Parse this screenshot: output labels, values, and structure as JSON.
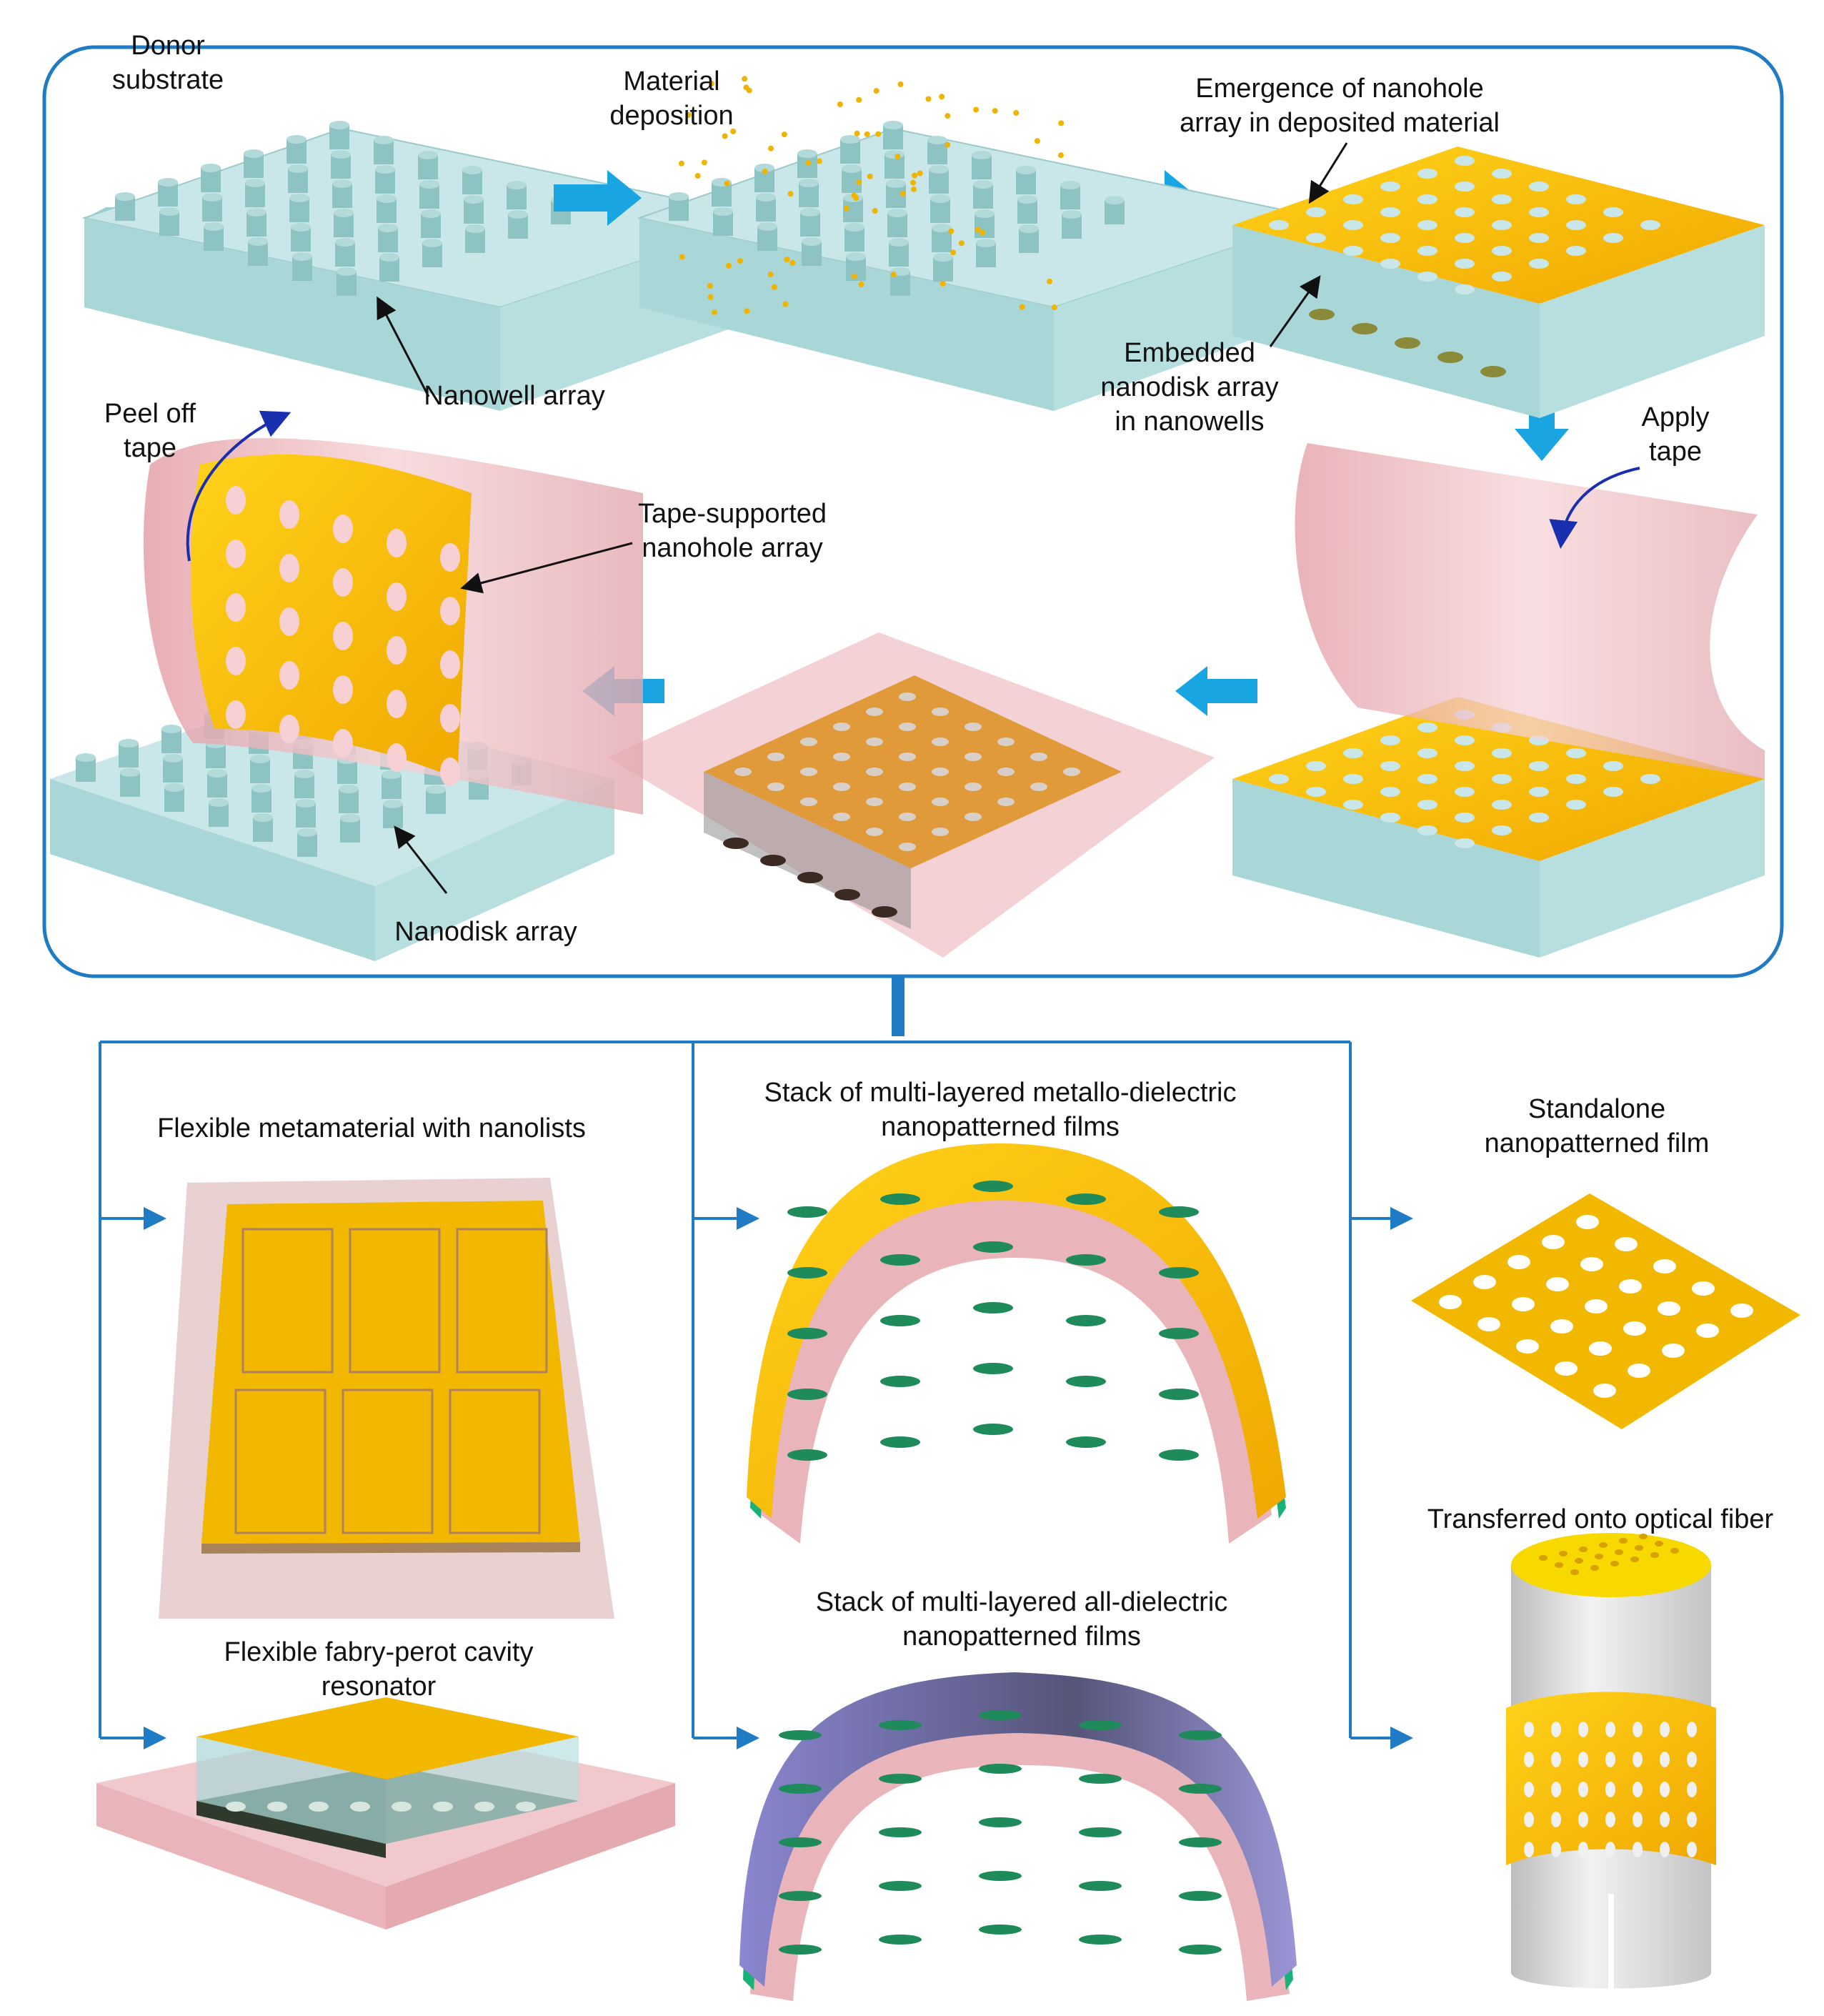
{
  "colors": {
    "frame": "#1e7bc4",
    "flow_arrow": "#19a4e2",
    "substrate": "#c8e6e6",
    "gold": "#f2b800",
    "tape": "#e8b7bc",
    "fiber": "#dddddd",
    "dielectric_purple": "#8a86c8",
    "layer_green": "#19b07a"
  },
  "process": {
    "donor_substrate": [
      "Donor",
      "substrate"
    ],
    "nanowell_array": "Nanowell array",
    "material_deposition": [
      "Material",
      "deposition"
    ],
    "emergence": [
      "Emergence of nanohole",
      "array in deposited material"
    ],
    "embedded": [
      "Embedded",
      "nanodisk array",
      "in nanowells"
    ],
    "apply_tape": [
      "Apply",
      "tape"
    ],
    "peel_off_tape": [
      "Peel off",
      "tape"
    ],
    "tape_supported": [
      "Tape-supported",
      "nanohole array"
    ],
    "nanodisk_array": "Nanodisk array"
  },
  "applications": {
    "metamaterial": "Flexible metamaterial with nanolists",
    "fabry_perot": [
      "Flexible fabry-perot cavity",
      "resonator"
    ],
    "metallo_dielectric": [
      "Stack of multi-layered metallo-dielectric",
      "nanopatterned films"
    ],
    "all_dielectric": [
      "Stack of multi-layered all-dielectric",
      "nanopatterned films"
    ],
    "standalone": [
      "Standalone",
      "nanopatterned film"
    ],
    "optical_fiber": "Transferred onto optical fiber"
  }
}
